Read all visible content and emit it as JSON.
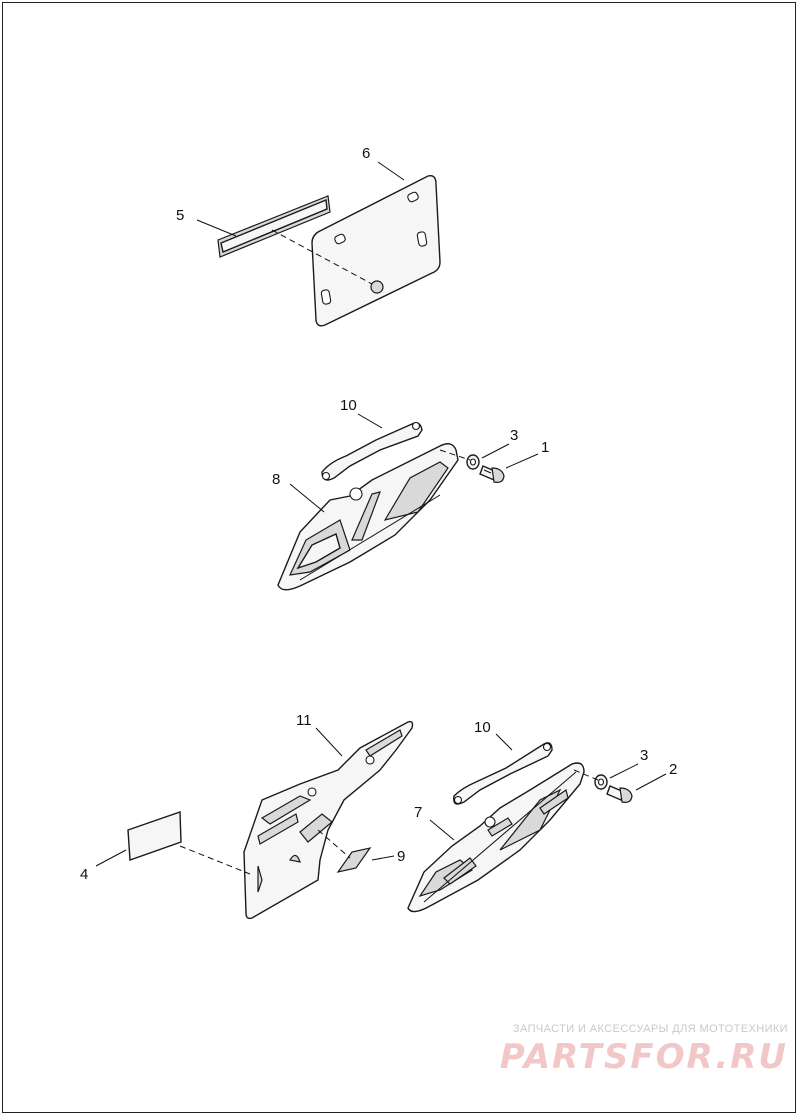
{
  "diagram": {
    "callouts": {
      "c1": "1",
      "c2": "2",
      "c3a": "3",
      "c3b": "3",
      "c4": "4",
      "c5": "5",
      "c6": "6",
      "c7": "7",
      "c8": "8",
      "c9": "9",
      "c10a": "10",
      "c10b": "10",
      "c11": "11"
    }
  },
  "watermark": {
    "tagline": "ЗАПЧАСТИ И АКСЕССУАРЫ ДЛЯ МОТОТЕХНИКИ",
    "brand": "PARTSFOR.RU"
  },
  "colors": {
    "line": "#1a1a1a",
    "part_fill": "#f6f6f6",
    "watermark": "#f1c7c7"
  }
}
